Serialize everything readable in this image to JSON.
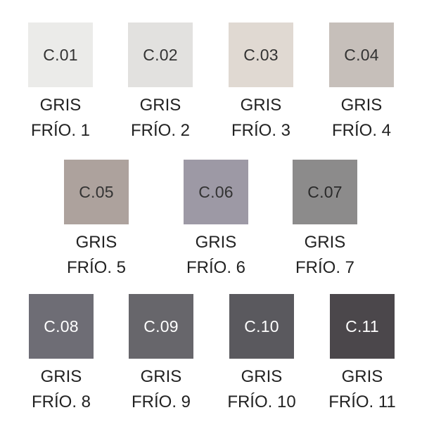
{
  "swatches": [
    {
      "code": "C.01",
      "name_line1": "GRIS",
      "name_line2": "FRÍO. 1",
      "color": "#ebebe9",
      "text_color": "#333333"
    },
    {
      "code": "C.02",
      "name_line1": "GRIS",
      "name_line2": "FRÍO. 2",
      "color": "#e2e1df",
      "text_color": "#333333"
    },
    {
      "code": "C.03",
      "name_line1": "GRIS",
      "name_line2": "FRÍO. 3",
      "color": "#e0d9d2",
      "text_color": "#333333"
    },
    {
      "code": "C.04",
      "name_line1": "GRIS",
      "name_line2": "FRÍO. 4",
      "color": "#c6bfba",
      "text_color": "#333333"
    },
    {
      "code": "C.05",
      "name_line1": "GRIS",
      "name_line2": "FRÍO. 5",
      "color": "#ada29d",
      "text_color": "#333333"
    },
    {
      "code": "C.06",
      "name_line1": "GRIS",
      "name_line2": "FRÍO. 6",
      "color": "#9d99a5",
      "text_color": "#333333"
    },
    {
      "code": "C.07",
      "name_line1": "GRIS",
      "name_line2": "FRÍO. 7",
      "color": "#8c8b8b",
      "text_color": "#2a2a2a"
    },
    {
      "code": "C.08",
      "name_line1": "GRIS",
      "name_line2": "FRÍO. 8",
      "color": "#6e6d75",
      "text_color": "#ffffff"
    },
    {
      "code": "C.09",
      "name_line1": "GRIS",
      "name_line2": "FRÍO. 9",
      "color": "#67666b",
      "text_color": "#ffffff"
    },
    {
      "code": "C.10",
      "name_line1": "GRIS",
      "name_line2": "FRÍO. 10",
      "color": "#5a595e",
      "text_color": "#ffffff"
    },
    {
      "code": "C.11",
      "name_line1": "GRIS",
      "name_line2": "FRÍO. 11",
      "color": "#4b474b",
      "text_color": "#ffffff"
    }
  ]
}
